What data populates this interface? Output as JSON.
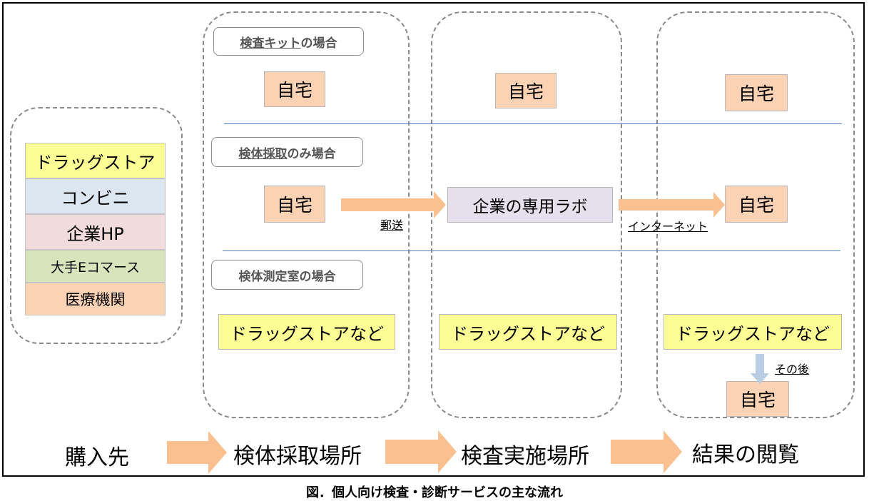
{
  "purchase_options": [
    "ドラッグストア",
    "コンビニ",
    "企業HP",
    "大手Eコマース",
    "医療機関"
  ],
  "purchase_colors": [
    "#fdfd96",
    "#dce6f1",
    "#f2dcdb",
    "#d7e4bc",
    "#fbd3b4"
  ],
  "cases": {
    "kit": {
      "label_underlined": "検査キット",
      "label_rest": "の場合"
    },
    "sample_only": {
      "label_underlined": "検体採取",
      "label_rest": "のみ場合"
    },
    "lab_room": {
      "label": "検体測定室の場合"
    }
  },
  "nodes": {
    "home": "自宅",
    "lab": "企業の専用ラボ",
    "drugstore_etc": "ドラッグストアなど"
  },
  "transfer": {
    "mail": "郵送",
    "internet": "インターネット",
    "after": "その後"
  },
  "stages": [
    "購入先",
    "検体採取場所",
    "検査実施場所",
    "結果の閲覧"
  ],
  "caption": "図．個人向け検査・診断サービスの主な流れ",
  "colors": {
    "home": "#fbd3b4",
    "drugstore": "#fdfd96",
    "lab": "#e5e0ec",
    "arrow": "#fac090",
    "down_arrow": "#b9cde5",
    "divider": "#4f81bd"
  }
}
